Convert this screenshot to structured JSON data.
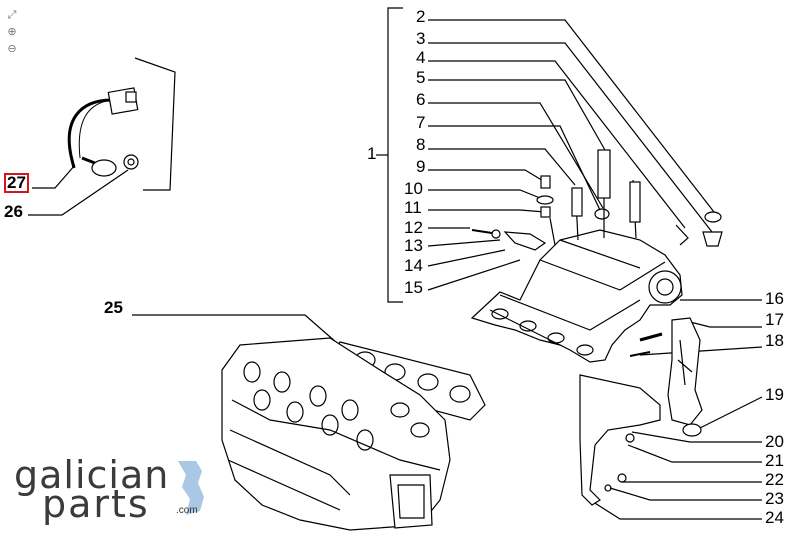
{
  "zoom_controls": [
    "⤢",
    "⊕",
    "⊖"
  ],
  "logo": {
    "line1": "galician",
    "line2": "parts",
    "suffix": ".com",
    "accent_color": "#a9c8e6"
  },
  "highlight_color": "#d9141a",
  "callouts": {
    "c1": "1",
    "c2": "2",
    "c3": "3",
    "c4": "4",
    "c5": "5",
    "c6": "6",
    "c7": "7",
    "c8": "8",
    "c9": "9",
    "c10": "10",
    "c11": "11",
    "c12": "12",
    "c13": "13",
    "c14": "14",
    "c15": "15",
    "c16": "16",
    "c17": "17",
    "c18": "18",
    "c19": "19",
    "c20": "20",
    "c21": "21",
    "c22": "22",
    "c23": "23",
    "c24": "24",
    "c25": "25",
    "c26": "26",
    "c27": "27"
  }
}
